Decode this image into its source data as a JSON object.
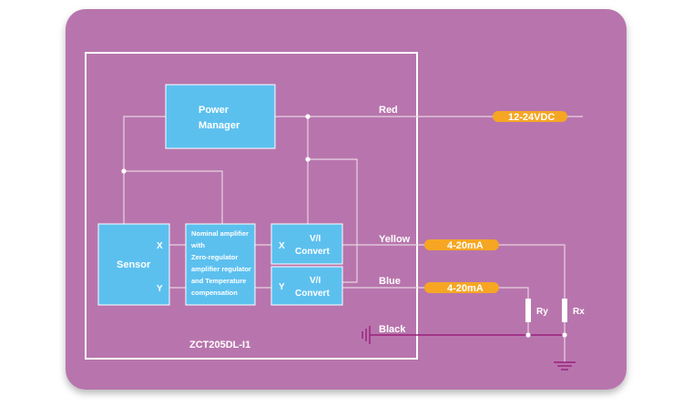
{
  "colors": {
    "panel": "#b874ad",
    "block": "#5cc0ef",
    "wire": "#e6d3e3",
    "black_wire": "#9a1f7a",
    "tag": "#f6a623",
    "resistor": "#ffffff"
  },
  "blocks": {
    "power_manager": {
      "line1": "Power",
      "line2": "Manager"
    },
    "sensor": {
      "label": "Sensor",
      "x": "X",
      "y": "Y"
    },
    "amplifier": {
      "lines": [
        "Nominal amplifier",
        "with",
        "Zero-regulator",
        "amplifier regulator",
        "and Temperature",
        "compensation"
      ]
    },
    "vi_x": {
      "axis": "X",
      "line1": "V/I",
      "line2": "Convert"
    },
    "vi_y": {
      "axis": "Y",
      "line1": "V/I",
      "line2": "Convert"
    }
  },
  "wires": {
    "red": "Red",
    "yellow": "Yellow",
    "blue": "Blue",
    "black": "Black"
  },
  "tags": {
    "supply": "12-24VDC",
    "out_x": "4-20mA",
    "out_y": "4-20mA"
  },
  "resistors": {
    "ry": "Ry",
    "rx": "Rx"
  },
  "model": "ZCT205DL-I1"
}
